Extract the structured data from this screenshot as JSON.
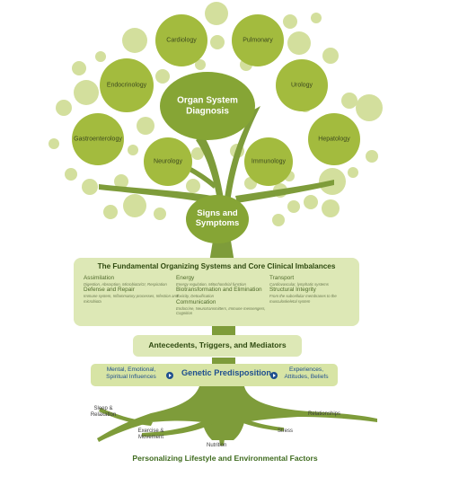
{
  "center_top": "Organ System Diagnosis",
  "center_bottom": "Signs and Symptoms",
  "organs": {
    "cardiology": "Cardiology",
    "pulmonary": "Pulmonary",
    "endocrinology": "Endocrinology",
    "urology": "Urology",
    "gastroenterology": "Gastroenterology",
    "hepatology": "Hepatology",
    "neurology": "Neurology",
    "immunology": "Immunology"
  },
  "systems_box": {
    "title": "The Fundamental Organizing Systems and Core Clinical Imbalances",
    "col1": {
      "assimilation": "Assimilation",
      "assimilation_desc": "Digestion, Absorption, Microbiota/GI, Respiration",
      "defense": "Defense and Repair",
      "defense_desc": "Immune system, Inflammatory processes, Infection and microbiota"
    },
    "col2": {
      "energy": "Energy",
      "energy_desc": "Energy regulation, Mitochondrial function",
      "biotrans": "Biotransformation and Elimination",
      "biotrans_desc": "Toxicity, Detoxification",
      "communication": "Communication",
      "communication_desc": "Endocrine, Neurotransmitters, Immune messengers, Cognition"
    },
    "col3": {
      "transport": "Transport",
      "transport_desc": "Cardiovascular, lymphatic systems",
      "structural": "Structural Integrity",
      "structural_desc": "From the subcellular membranes to the musculoskeletal system"
    }
  },
  "antecedents": "Antecedents, Triggers, and Mediators",
  "genetic": {
    "left": "Mental, Emotional, Spiritual Influences",
    "center": "Genetic Predisposition",
    "right": "Experiences, Attitudes, Beliefs"
  },
  "roots": {
    "sleep": "Sleep & Relaxation",
    "exercise": "Exercise & Movement",
    "nutrition": "Nutrition",
    "stress": "Stress",
    "relationships": "Relationships"
  },
  "footer": "Personalizing Lifestyle and Environmental Factors",
  "colors": {
    "leaf_big": "#a3bb3e",
    "leaf_small": "#d3df9d",
    "trunk": "#7e9c3a",
    "box_bg": "#dde8b6",
    "genetic_text": "#1f4f8e"
  }
}
